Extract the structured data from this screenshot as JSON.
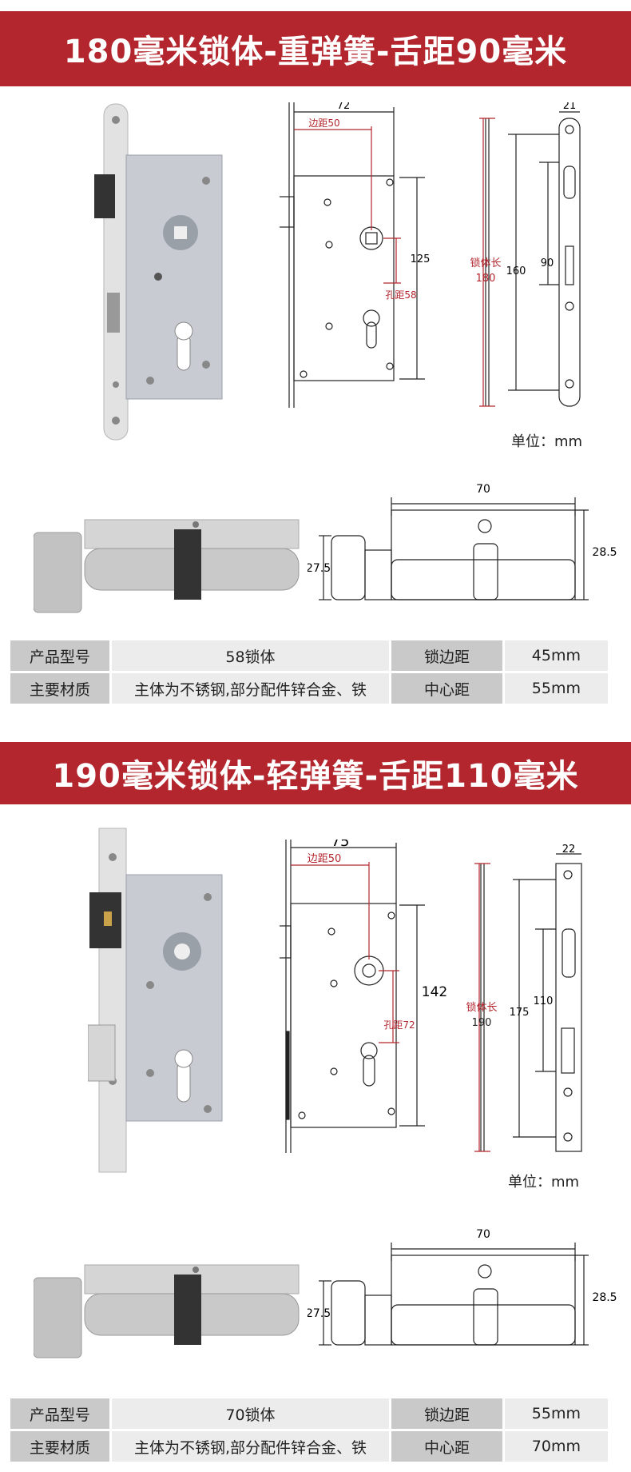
{
  "sections": [
    {
      "title": "180毫米锁体-重弹簧-舌距90毫米",
      "diagram": {
        "width": "72",
        "backset": "边距50",
        "hole_dist": "125",
        "hole": "孔距58",
        "plate_w": "21",
        "body_len_label": "锁体长",
        "body_len": "180",
        "screw_dist": "160",
        "tongue": "90"
      },
      "unit": "单位：mm",
      "cylinder": {
        "length": "70",
        "height": "28.5",
        "knob": "27.5"
      },
      "specs": {
        "model_label": "产品型号",
        "model_value": "58锁体",
        "backset_label": "锁边距",
        "backset_value": "45mm",
        "material_label": "主要材质",
        "material_value": "主体为不锈钢,部分配件锌合金、铁",
        "center_label": "中心距",
        "center_value": "55mm"
      }
    },
    {
      "title": "190毫米锁体-轻弹簧-舌距110毫米",
      "diagram": {
        "width": "75",
        "backset": "边距50",
        "hole_dist": "142",
        "hole": "孔距72",
        "plate_w": "22",
        "body_len_label": "锁体长",
        "body_len": "190",
        "screw_dist": "175",
        "tongue": "110"
      },
      "unit": "单位：mm",
      "cylinder": {
        "length": "70",
        "height": "28.5",
        "knob": "27.5"
      },
      "specs": {
        "model_label": "产品型号",
        "model_value": "70锁体",
        "backset_label": "锁边距",
        "backset_value": "55mm",
        "material_label": "主要材质",
        "material_value": "主体为不锈钢,部分配件锌合金、铁",
        "center_label": "中心距",
        "center_value": "70mm"
      }
    }
  ],
  "colors": {
    "banner": "#b3262e",
    "dim_red": "#b3262e"
  }
}
